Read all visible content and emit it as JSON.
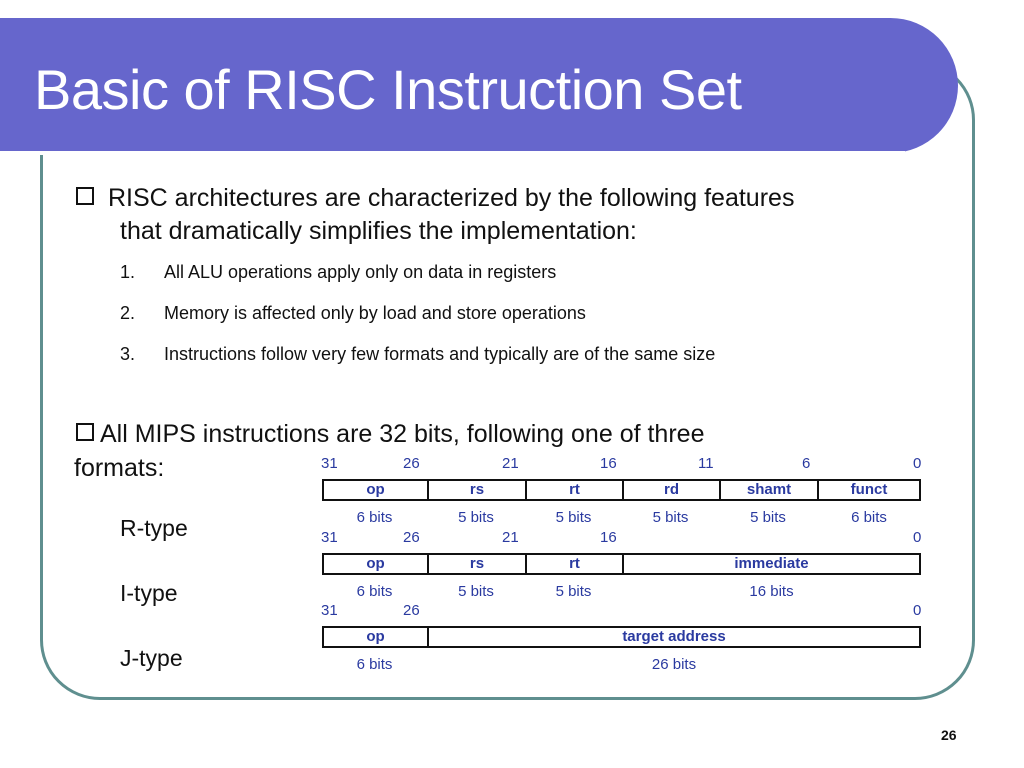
{
  "title": "Basic of RISC Instruction Set",
  "bullet1": {
    "line1": "RISC architectures are characterized by the following features",
    "line2": "that dramatically simplifies the implementation:"
  },
  "features": [
    {
      "num": "1.",
      "text": "All ALU operations apply only on data in registers"
    },
    {
      "num": "2.",
      "text": "Memory is affected only by load and store operations"
    },
    {
      "num": "3.",
      "text": "Instructions follow very few formats and typically are of the same size"
    }
  ],
  "bullet2": {
    "line1": "All MIPS instructions are 32 bits, following one of three",
    "line2": "formats:"
  },
  "formats": [
    {
      "label": "R-type",
      "bit_positions": [
        "31",
        "26",
        "21",
        "16",
        "11",
        "6",
        "0"
      ],
      "fields": [
        "op",
        "rs",
        "rt",
        "rd",
        "shamt",
        "funct"
      ],
      "widths": [
        "6 bits",
        "5 bits",
        "5 bits",
        "5 bits",
        "5 bits",
        "6 bits"
      ]
    },
    {
      "label": "I-type",
      "bit_positions": [
        "31",
        "26",
        "21",
        "16",
        "0"
      ],
      "fields": [
        "op",
        "rs",
        "rt",
        "immediate"
      ],
      "widths": [
        "6 bits",
        "5 bits",
        "5 bits",
        "16 bits"
      ]
    },
    {
      "label": "J-type",
      "bit_positions": [
        "31",
        "26",
        "0"
      ],
      "fields": [
        "op",
        "target address"
      ],
      "widths": [
        "6 bits",
        "26 bits"
      ]
    }
  ],
  "page_number": "26",
  "colors": {
    "title_bar": "#6666cc",
    "frame": "#5f8f8f",
    "field_text": "#2a3aa0"
  }
}
